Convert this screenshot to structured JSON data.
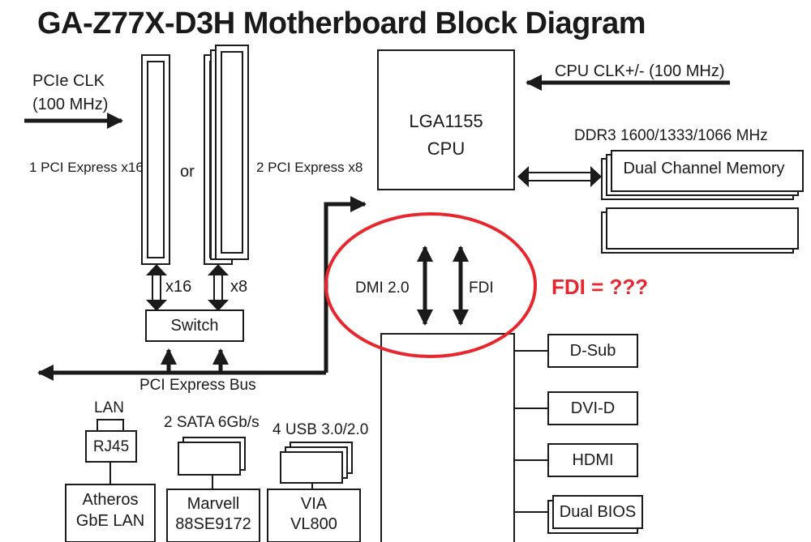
{
  "title": "GA-Z77X-D3H Motherboard Block Diagram",
  "pcie_clk": {
    "line1": "PCIe CLK",
    "line2": "(100 MHz)"
  },
  "pcie_x16_label": "1 PCI Express x16",
  "or_label": "or",
  "pcie_x8_label": "2 PCI Express x8",
  "cpu": {
    "line1": "LGA1155",
    "line2": "CPU"
  },
  "cpu_clk_label": "CPU CLK+/- (100 MHz)",
  "ddr3_label": "DDR3 1600/1333/1066 MHz",
  "memory_label": "Dual Channel Memory",
  "x16_label": "x16",
  "x8_label": "x8",
  "switch_label": "Switch",
  "dmi_label": "DMI 2.0",
  "fdi_label": "FDI",
  "annotation": "FDI = ???",
  "pci_express_bus_label": "PCI Express Bus",
  "lan_label": "LAN",
  "rj45_label": "RJ45",
  "sata_label": "2 SATA 6Gb/s",
  "usb_label": "4 USB 3.0/2.0",
  "atheros": {
    "line1": "Atheros",
    "line2": "GbE LAN"
  },
  "marvell": {
    "line1": "Marvell",
    "line2": "88SE9172"
  },
  "via": {
    "line1": "VIA",
    "line2": "VL800"
  },
  "outputs": [
    "D-Sub",
    "DVI-D",
    "HDMI",
    "Dual BIOS"
  ],
  "colors": {
    "line": "#1a1a1a",
    "annotation": "#e8262d"
  }
}
